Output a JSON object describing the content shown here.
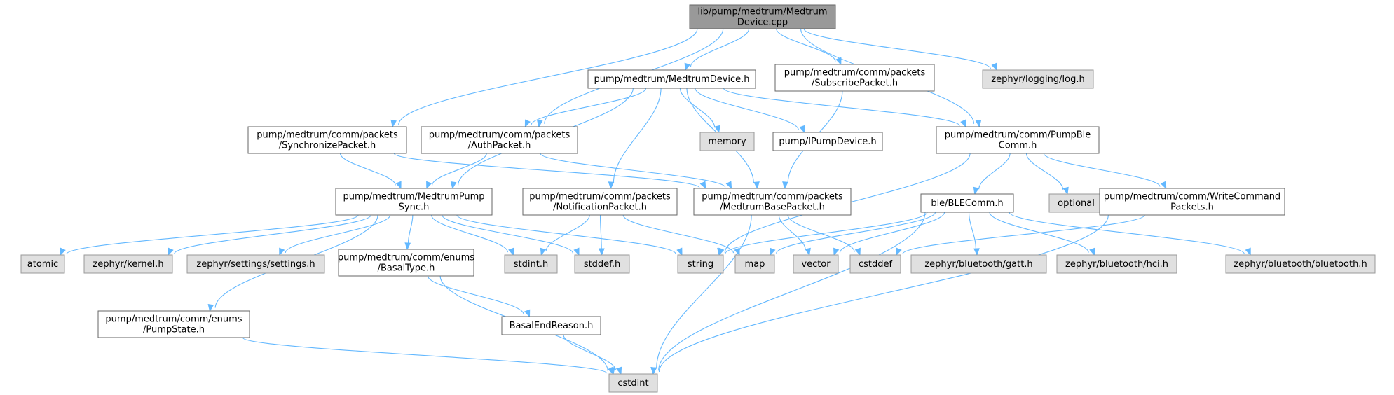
{
  "diagram": {
    "nodes": [
      {
        "id": "root",
        "kind": "root",
        "lines": [
          "lib/pump/medtrum/Medtrum",
          "Device.cpp"
        ]
      },
      {
        "id": "medtrumdevice_h",
        "kind": "local",
        "lines": [
          "pump/medtrum/MedtrumDevice.h"
        ]
      },
      {
        "id": "subscribepacket",
        "kind": "local",
        "lines": [
          "pump/medtrum/comm/packets",
          "/SubscribePacket.h"
        ]
      },
      {
        "id": "zephyr_log",
        "kind": "system",
        "lines": [
          "zephyr/logging/log.h"
        ]
      },
      {
        "id": "synchronizepacket",
        "kind": "local",
        "lines": [
          "pump/medtrum/comm/packets",
          "/SynchronizePacket.h"
        ]
      },
      {
        "id": "authpacket",
        "kind": "local",
        "lines": [
          "pump/medtrum/comm/packets",
          "/AuthPacket.h"
        ]
      },
      {
        "id": "memory",
        "kind": "system",
        "lines": [
          "memory"
        ]
      },
      {
        "id": "ipumpdevice",
        "kind": "local",
        "lines": [
          "pump/IPumpDevice.h"
        ]
      },
      {
        "id": "pumpblecomm",
        "kind": "local",
        "lines": [
          "pump/medtrum/comm/PumpBle",
          "Comm.h"
        ]
      },
      {
        "id": "pumpsync",
        "kind": "local",
        "lines": [
          "pump/medtrum/MedtrumPump",
          "Sync.h"
        ]
      },
      {
        "id": "notificationpacket",
        "kind": "local",
        "lines": [
          "pump/medtrum/comm/packets",
          "/NotificationPacket.h"
        ]
      },
      {
        "id": "basepacket",
        "kind": "local",
        "lines": [
          "pump/medtrum/comm/packets",
          "/MedtrumBasePacket.h"
        ]
      },
      {
        "id": "blecomm",
        "kind": "local",
        "lines": [
          "ble/BLEComm.h"
        ]
      },
      {
        "id": "optional",
        "kind": "system",
        "lines": [
          "optional"
        ]
      },
      {
        "id": "writecommand",
        "kind": "local",
        "lines": [
          "pump/medtrum/comm/WriteCommand",
          "Packets.h"
        ]
      },
      {
        "id": "atomic",
        "kind": "system",
        "lines": [
          "atomic"
        ]
      },
      {
        "id": "zephyr_kernel",
        "kind": "system",
        "lines": [
          "zephyr/kernel.h"
        ]
      },
      {
        "id": "zephyr_settings",
        "kind": "system",
        "lines": [
          "zephyr/settings/settings.h"
        ]
      },
      {
        "id": "basaltype",
        "kind": "local",
        "lines": [
          "pump/medtrum/comm/enums",
          "/BasalType.h"
        ]
      },
      {
        "id": "stdint_h",
        "kind": "system",
        "lines": [
          "stdint.h"
        ]
      },
      {
        "id": "stddef_h",
        "kind": "system",
        "lines": [
          "stddef.h"
        ]
      },
      {
        "id": "string",
        "kind": "system",
        "lines": [
          "string"
        ]
      },
      {
        "id": "map",
        "kind": "system",
        "lines": [
          "map"
        ]
      },
      {
        "id": "vector",
        "kind": "system",
        "lines": [
          "vector"
        ]
      },
      {
        "id": "cstddef",
        "kind": "system",
        "lines": [
          "cstddef"
        ]
      },
      {
        "id": "gatt",
        "kind": "system",
        "lines": [
          "zephyr/bluetooth/gatt.h"
        ]
      },
      {
        "id": "hci",
        "kind": "system",
        "lines": [
          "zephyr/bluetooth/hci.h"
        ]
      },
      {
        "id": "bluetooth",
        "kind": "system",
        "lines": [
          "zephyr/bluetooth/bluetooth.h"
        ]
      },
      {
        "id": "pumpstate",
        "kind": "local",
        "lines": [
          "pump/medtrum/comm/enums",
          "/PumpState.h"
        ]
      },
      {
        "id": "basalendreason",
        "kind": "local",
        "lines": [
          "BasalEndReason.h"
        ]
      },
      {
        "id": "cstdint",
        "kind": "system",
        "lines": [
          "cstdint"
        ]
      }
    ],
    "edges": [
      [
        "root",
        "medtrumdevice_h"
      ],
      [
        "root",
        "subscribepacket"
      ],
      [
        "root",
        "zephyr_log"
      ],
      [
        "root",
        "synchronizepacket"
      ],
      [
        "root",
        "authpacket"
      ],
      [
        "root",
        "pumpblecomm"
      ],
      [
        "medtrumdevice_h",
        "authpacket"
      ],
      [
        "medtrumdevice_h",
        "memory"
      ],
      [
        "medtrumdevice_h",
        "ipumpdevice"
      ],
      [
        "medtrumdevice_h",
        "pumpblecomm"
      ],
      [
        "medtrumdevice_h",
        "pumpsync"
      ],
      [
        "medtrumdevice_h",
        "notificationpacket"
      ],
      [
        "medtrumdevice_h",
        "basepacket"
      ],
      [
        "subscribepacket",
        "basepacket"
      ],
      [
        "synchronizepacket",
        "pumpsync"
      ],
      [
        "synchronizepacket",
        "basepacket"
      ],
      [
        "authpacket",
        "pumpsync"
      ],
      [
        "authpacket",
        "basepacket"
      ],
      [
        "pumpblecomm",
        "blecomm"
      ],
      [
        "pumpblecomm",
        "optional"
      ],
      [
        "pumpblecomm",
        "writecommand"
      ],
      [
        "pumpblecomm",
        "string"
      ],
      [
        "pumpsync",
        "atomic"
      ],
      [
        "pumpsync",
        "zephyr_kernel"
      ],
      [
        "pumpsync",
        "zephyr_settings"
      ],
      [
        "pumpsync",
        "basaltype"
      ],
      [
        "pumpsync",
        "stdint_h"
      ],
      [
        "pumpsync",
        "stddef_h"
      ],
      [
        "pumpsync",
        "string"
      ],
      [
        "pumpsync",
        "pumpstate"
      ],
      [
        "notificationpacket",
        "stdint_h"
      ],
      [
        "notificationpacket",
        "stddef_h"
      ],
      [
        "notificationpacket",
        "map"
      ],
      [
        "basepacket",
        "vector"
      ],
      [
        "basepacket",
        "cstddef"
      ],
      [
        "basepacket",
        "cstdint"
      ],
      [
        "blecomm",
        "string"
      ],
      [
        "blecomm",
        "map"
      ],
      [
        "blecomm",
        "vector"
      ],
      [
        "blecomm",
        "gatt"
      ],
      [
        "blecomm",
        "hci"
      ],
      [
        "blecomm",
        "bluetooth"
      ],
      [
        "blecomm",
        "cstdint"
      ],
      [
        "writecommand",
        "cstddef"
      ],
      [
        "writecommand",
        "cstdint"
      ],
      [
        "basaltype",
        "basalendreason"
      ],
      [
        "basaltype",
        "cstdint"
      ],
      [
        "basalendreason",
        "cstdint"
      ],
      [
        "pumpstate",
        "cstdint"
      ]
    ]
  }
}
